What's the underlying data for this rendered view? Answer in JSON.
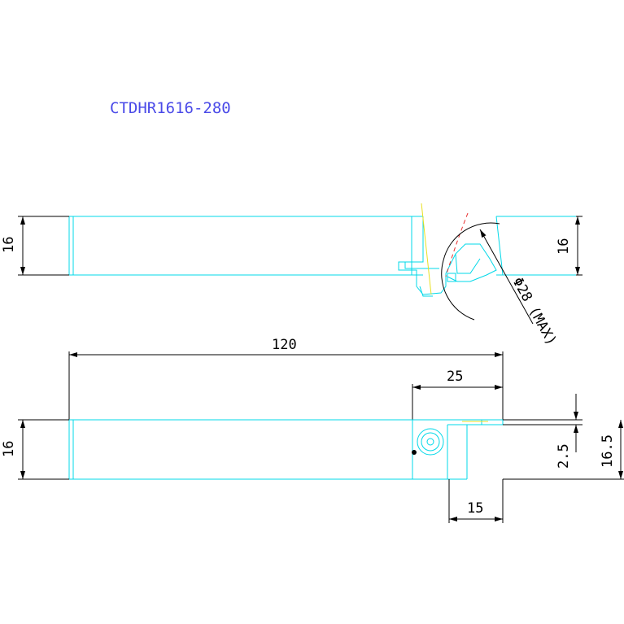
{
  "title": "CTDHR1616-280",
  "colors": {
    "outline": "#00d8e8",
    "dimension": "#000000",
    "title": "#4a4ae8",
    "yellow": "#e8e020",
    "red_dash": "#e83030"
  },
  "dimensions": {
    "top_left_height": "16",
    "top_right_height": "16",
    "diameter": "Φ28 (MAX)",
    "overall_length": "120",
    "head_length": "25",
    "bottom_left_height": "16",
    "offset": "2.5",
    "total_height": "16.5",
    "insert_length": "15"
  }
}
